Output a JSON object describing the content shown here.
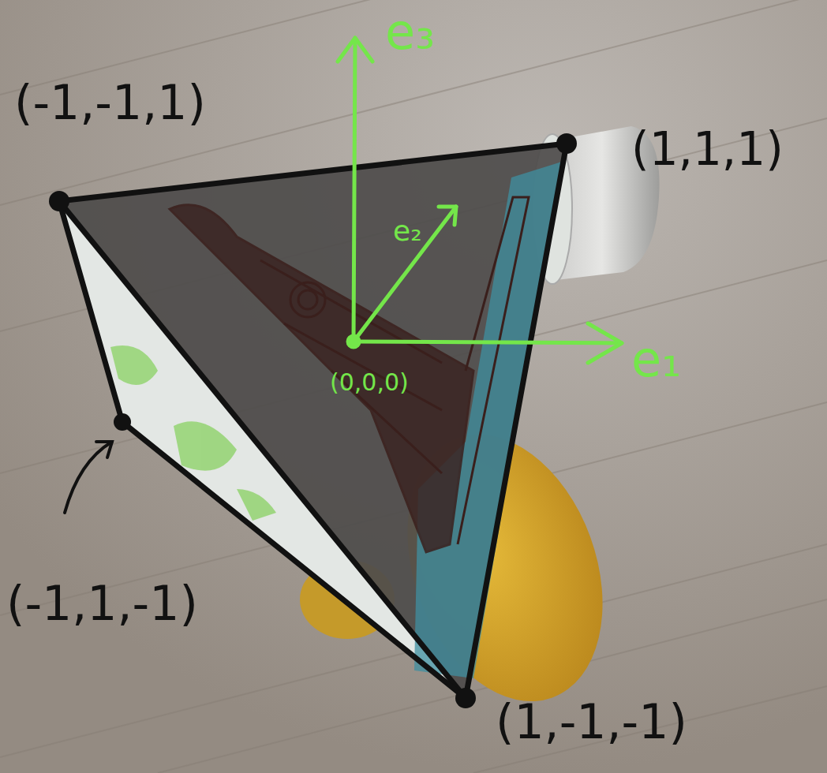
{
  "diagram": {
    "labels": [
      "(-1,-1,1)",
      "(1,1,1)",
      "(-1,1,-1)",
      "(1,-1,-1)",
      "e₃",
      "e₂",
      "e₁",
      "(0,0,0)"
    ]
  }
}
